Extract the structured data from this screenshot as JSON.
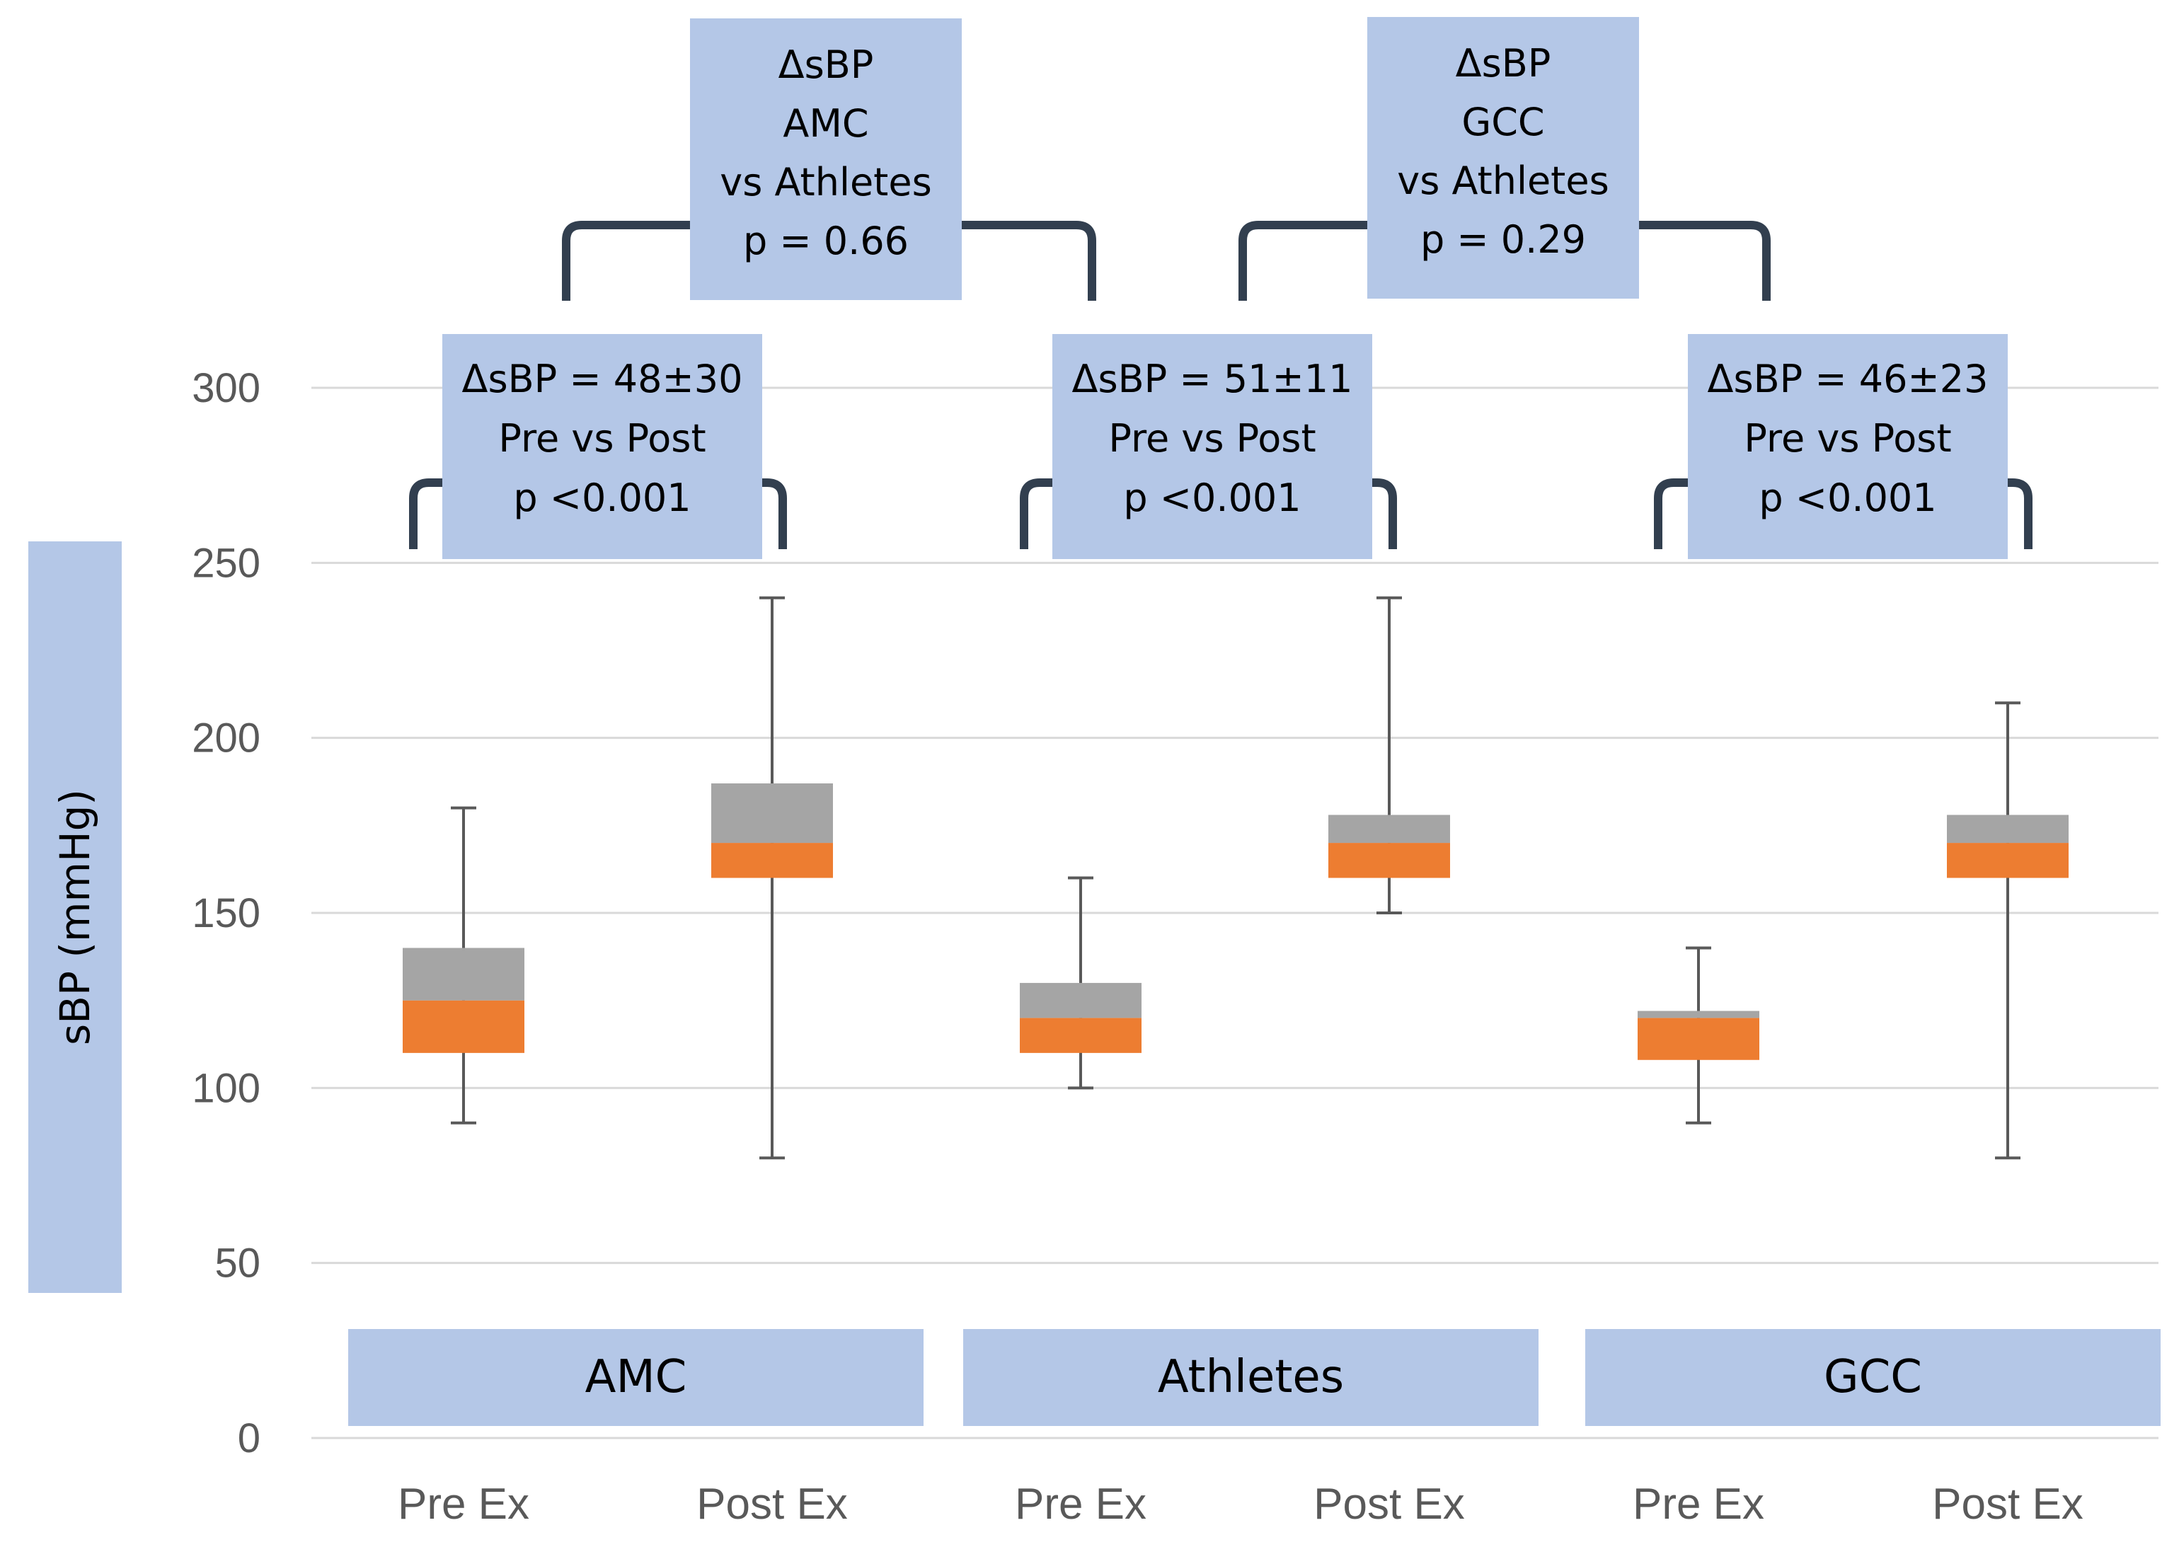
{
  "chart_data": {
    "type": "box",
    "ylabel": "sBP (mmHg)",
    "ylim": [
      0,
      300
    ],
    "yticks": [
      0,
      50,
      100,
      150,
      200,
      250,
      300
    ],
    "grid": true,
    "categories": [
      "Pre Ex",
      "Post Ex",
      "Pre Ex",
      "Post Ex",
      "Pre Ex",
      "Post Ex"
    ],
    "groups": [
      {
        "label": "AMC",
        "categories": [
          0,
          1
        ]
      },
      {
        "label": "Athletes",
        "categories": [
          2,
          3
        ]
      },
      {
        "label": "GCC",
        "categories": [
          4,
          5
        ]
      }
    ],
    "boxes": [
      {
        "group": "AMC",
        "condition": "Pre Ex",
        "min": 90,
        "q1": 110,
        "median": 125,
        "q3": 140,
        "max": 180
      },
      {
        "group": "AMC",
        "condition": "Post Ex",
        "min": 80,
        "q1": 160,
        "median": 170,
        "q3": 187,
        "max": 240
      },
      {
        "group": "Athletes",
        "condition": "Pre Ex",
        "min": 100,
        "q1": 110,
        "median": 120,
        "q3": 130,
        "max": 160
      },
      {
        "group": "Athletes",
        "condition": "Post Ex",
        "min": 150,
        "q1": 160,
        "median": 170,
        "q3": 178,
        "max": 240
      },
      {
        "group": "GCC",
        "condition": "Pre Ex",
        "min": 90,
        "q1": 108,
        "median": 120,
        "q3": 122,
        "max": 140
      },
      {
        "group": "GCC",
        "condition": "Post Ex",
        "min": 80,
        "q1": 160,
        "median": 170,
        "q3": 178,
        "max": 210
      }
    ],
    "colors": {
      "lower_box": "#ED7D31",
      "upper_box": "#A5A5A5",
      "whisker": "#595959",
      "label_box": "#B4C7E7",
      "bracket": "#323F4F",
      "grid": "#D9D9D9"
    },
    "annotations": {
      "within": [
        {
          "lines": [
            "ΔsBP = 48±30",
            "Pre vs Post",
            "p <0.001"
          ],
          "from": 0,
          "to": 1
        },
        {
          "lines": [
            "ΔsBP = 51±11",
            "Pre vs Post",
            "p <0.001"
          ],
          "from": 2,
          "to": 3
        },
        {
          "lines": [
            "ΔsBP = 46±23",
            "Pre vs Post",
            "p <0.001"
          ],
          "from": 4,
          "to": 5
        }
      ],
      "between": [
        {
          "lines": [
            "ΔsBP",
            "AMC",
            "vs Athletes",
            "p = 0.66"
          ],
          "from": 0,
          "to": 1
        },
        {
          "lines": [
            "ΔsBP",
            "GCC",
            "vs Athletes",
            "p = 0.29"
          ],
          "from": 1,
          "to": 2
        }
      ]
    }
  }
}
